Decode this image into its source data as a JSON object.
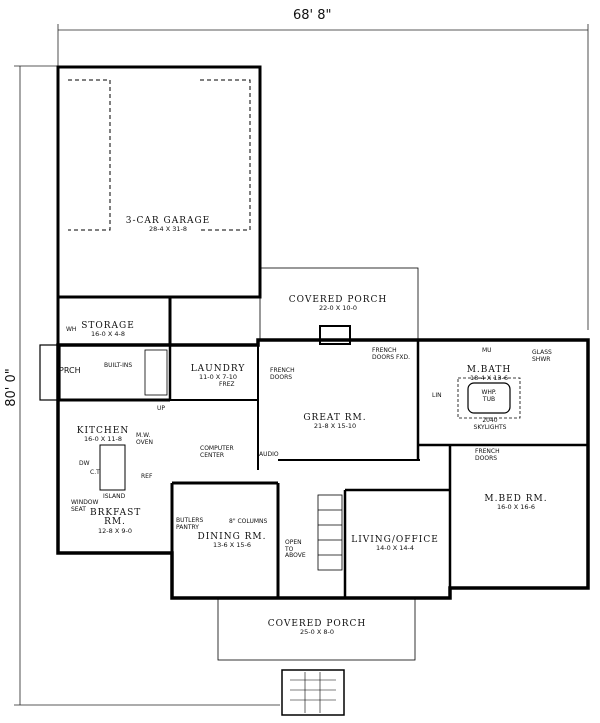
{
  "overall": {
    "width": "68' 8\"",
    "depth": "80' 0\""
  },
  "rooms": [
    {
      "id": "garage",
      "name": "3-CAR GARAGE",
      "dims": "28-4 X 31-8"
    },
    {
      "id": "rear-porch",
      "name": "COVERED PORCH",
      "dims": "22-0 X 10-0"
    },
    {
      "id": "storage",
      "name": "STORAGE",
      "dims": "16-0 X 4-8"
    },
    {
      "id": "laundry",
      "name": "LAUNDRY",
      "dims": "11-0 X 7-10"
    },
    {
      "id": "kitchen",
      "name": "KITCHEN",
      "dims": "16-0 X 11-8"
    },
    {
      "id": "great",
      "name": "GREAT RM.",
      "dims": "21-8 X 15-10"
    },
    {
      "id": "mbath",
      "name": "M.BATH",
      "dims": "18-4 X 13-6"
    },
    {
      "id": "brkfast",
      "name": "BRKFAST RM.",
      "dims": "12-8 X 9-0"
    },
    {
      "id": "dining",
      "name": "DINING RM.",
      "dims": "13-6 X 15-6"
    },
    {
      "id": "living",
      "name": "LIVING/OFFICE",
      "dims": "14-0 X 14-4"
    },
    {
      "id": "mbed",
      "name": "M.BED RM.",
      "dims": "16-0 X 16-6"
    },
    {
      "id": "front-porch",
      "name": "COVERED PORCH",
      "dims": "25-0 X 8-0"
    }
  ],
  "notes": {
    "porch": "PRCH",
    "built_ins": "BUILT-INS",
    "up": "UP",
    "wh": "WH",
    "frez": "FREZ",
    "french_doors_1": "FRENCH DOORS",
    "french_doors_fxd": "FRENCH DOORS FXD.",
    "mw_oven": "M.W. OVEN",
    "computer_center": "COMPUTER CENTER",
    "audio": "AUDIO",
    "ref": "REF",
    "dw": "DW",
    "ct": "C.T.",
    "island": "ISLAND",
    "window_seat": "WINDOW SEAT",
    "butlers_pantry": "BUTLERS PANTRY",
    "columns": "8\" COLUMNS",
    "open_to_above": "OPEN TO ABOVE",
    "lin": "LIN",
    "mu": "MU",
    "glass_shwr": "GLASS SHWR",
    "whp_tub": "WHP. TUB",
    "skylights": "2040 SKYLIGHTS",
    "french_doors_2": "FRENCH DOORS"
  }
}
